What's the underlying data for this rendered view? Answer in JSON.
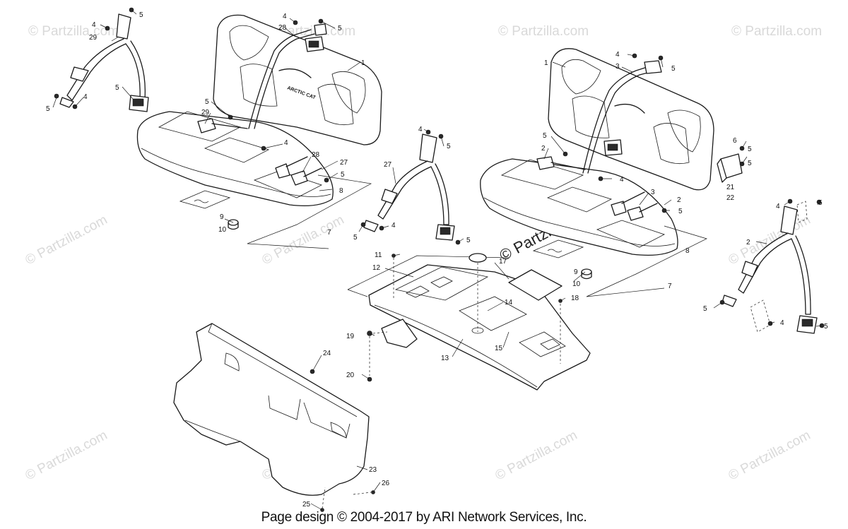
{
  "watermark": "© Partzilla.com",
  "footer": "Page design © 2004-2017 by ARI Network Services, Inc.",
  "seat_logo_text": "ARCTIC CAT",
  "callouts": [
    "1",
    "2",
    "3",
    "4",
    "5",
    "6",
    "7",
    "8",
    "9",
    "10",
    "11",
    "12",
    "13",
    "14",
    "15",
    "17",
    "18",
    "19",
    "20",
    "21",
    "22",
    "23",
    "24",
    "25",
    "26",
    "27",
    "28",
    "29"
  ]
}
